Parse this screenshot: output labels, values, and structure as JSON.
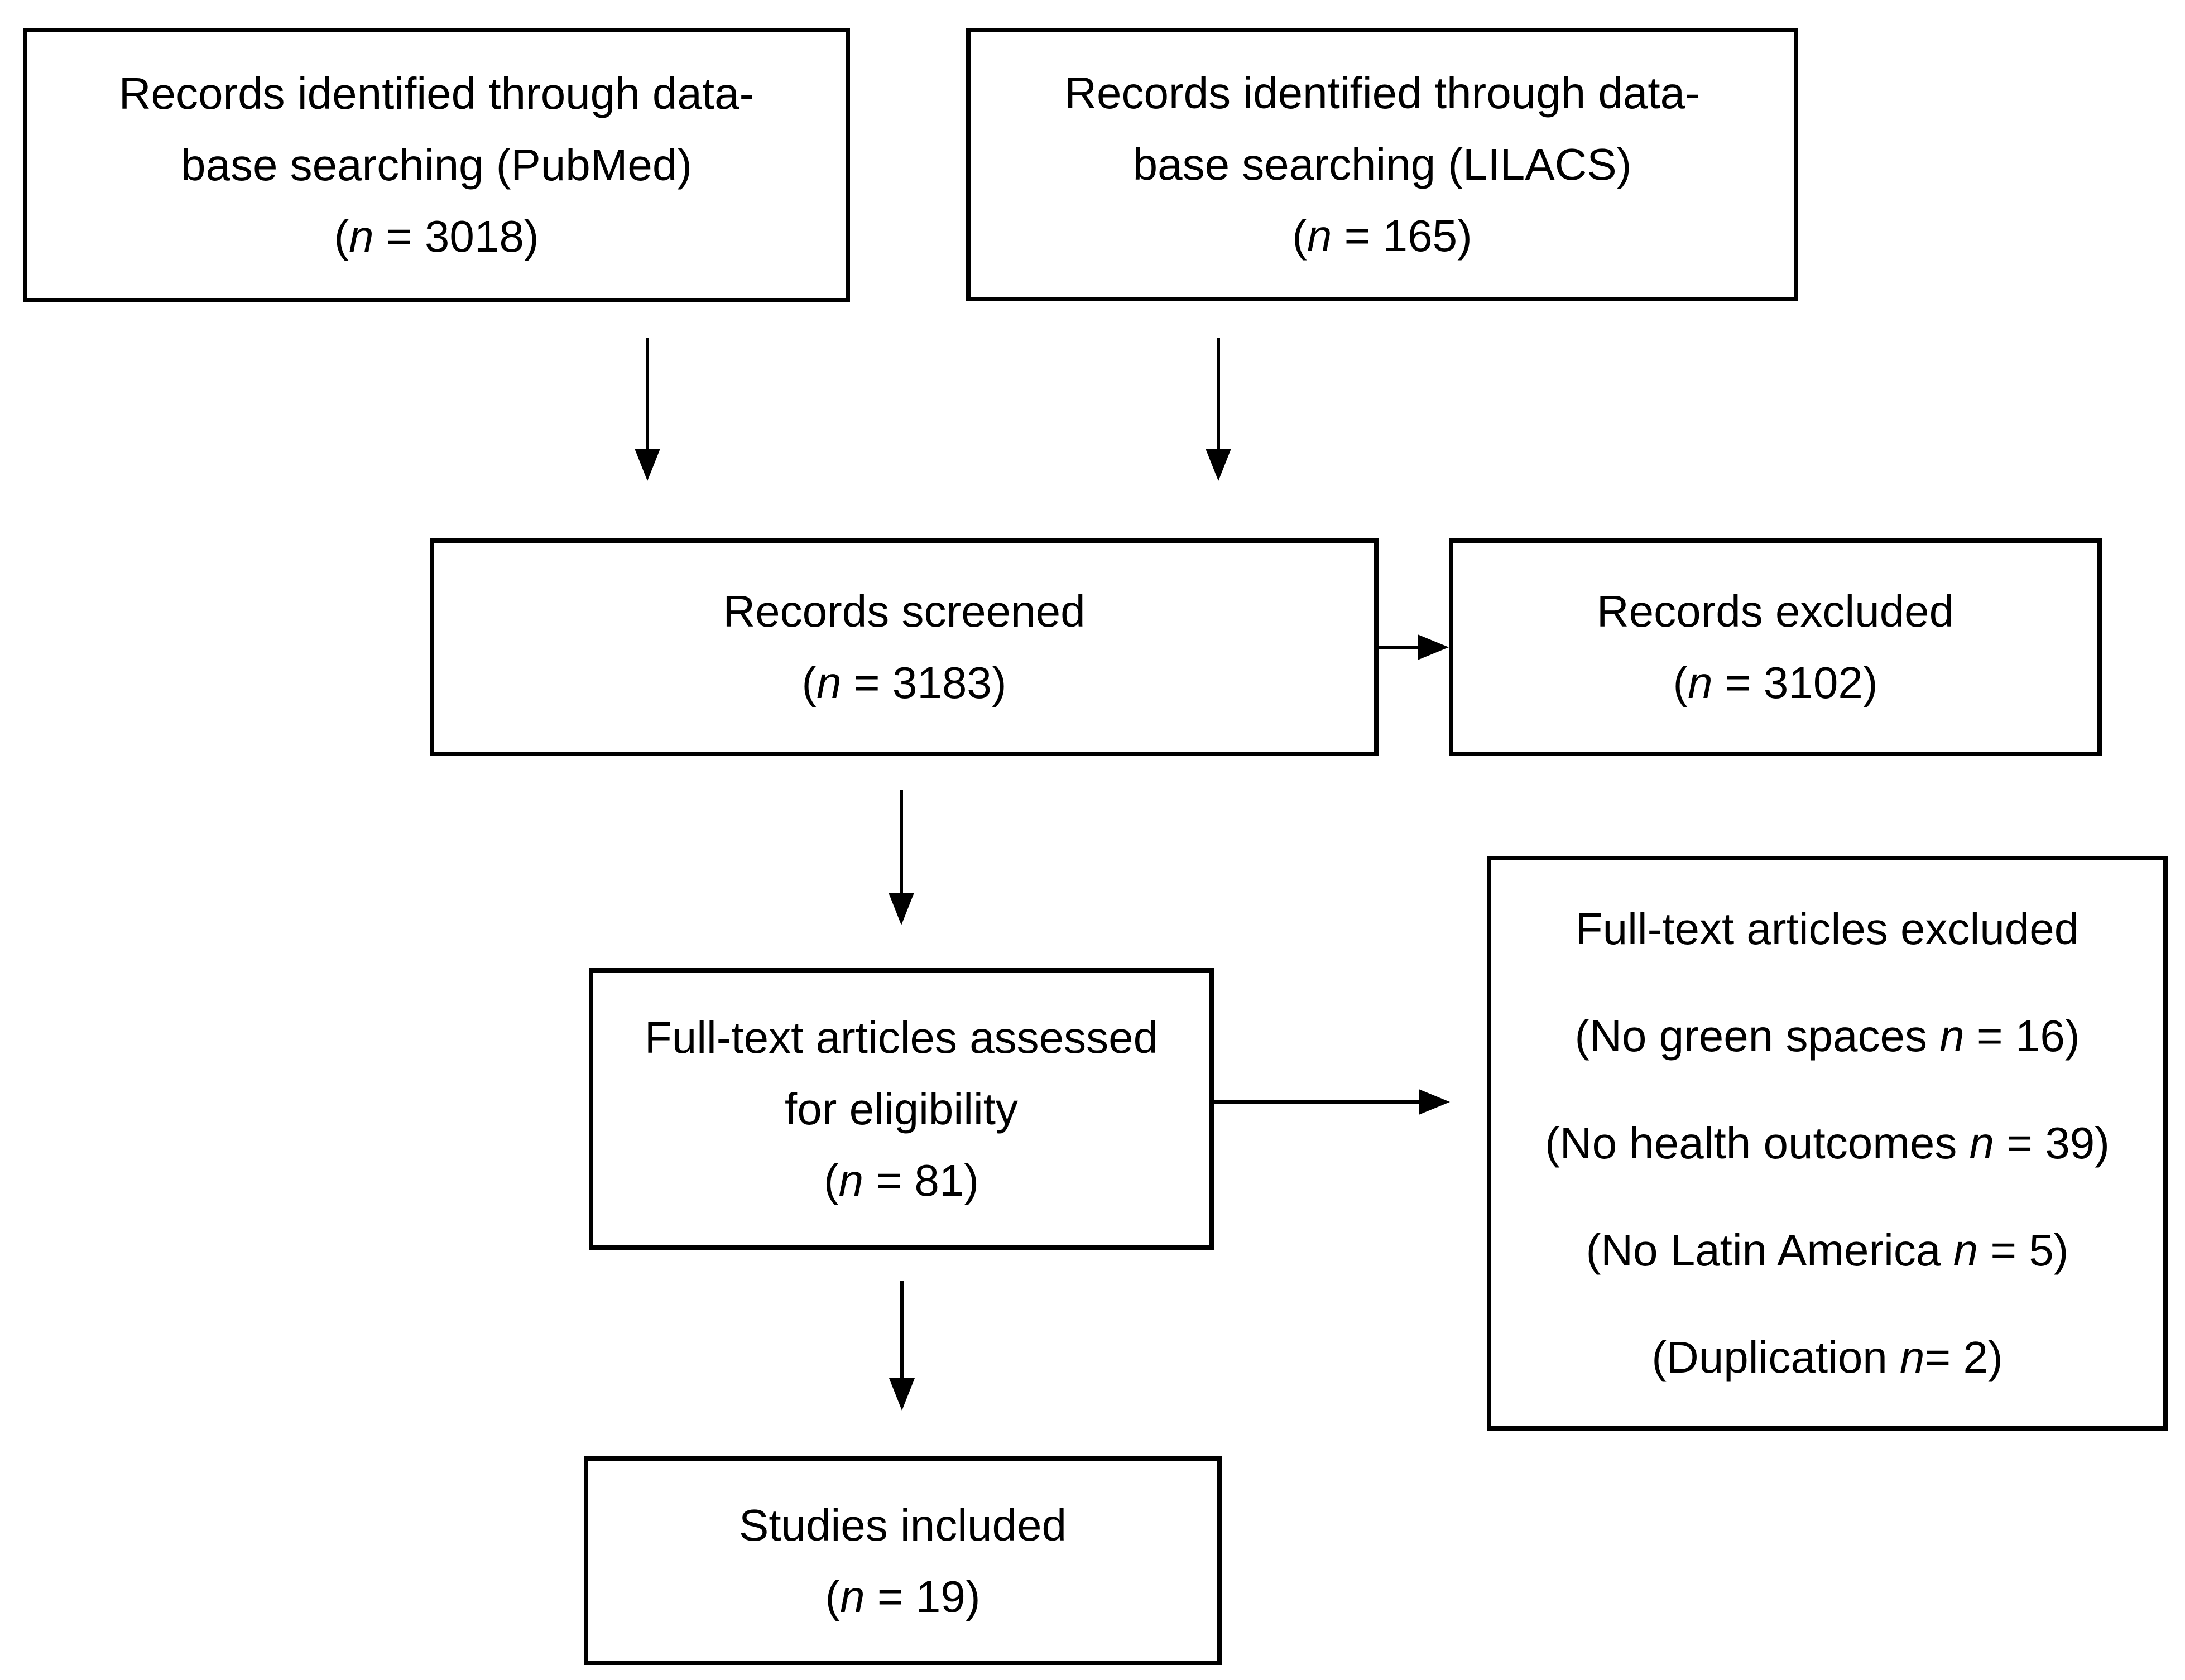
{
  "page": {
    "background": "#ffffff",
    "text_color": "#000000",
    "line_color": "#000000"
  },
  "boxes": {
    "pubmed": {
      "line1": "Records identified through data-",
      "line2": "base searching (PubMed)",
      "count": {
        "pre": "(",
        "var": "n",
        "post": " = 3018)"
      }
    },
    "lilacs": {
      "line1": "Records identified through data-",
      "line2": "base searching (LILACS)",
      "count": {
        "pre": "(",
        "var": "n",
        "post": " = 165)"
      }
    },
    "screened": {
      "line1": "Records screened",
      "count": {
        "pre": "(",
        "var": "n",
        "post": " = 3183)"
      }
    },
    "records_excluded": {
      "line1": "Records excluded",
      "count": {
        "pre": "(",
        "var": "n",
        "post": " = 3102)"
      }
    },
    "assessed": {
      "line1": "Full-text articles assessed",
      "line2": "for eligibility",
      "count": {
        "pre": "(",
        "var": "n",
        "post": " = 81)"
      }
    },
    "fulltext_excluded": {
      "title": "Full-text articles excluded",
      "reasons": [
        {
          "pre": "(No green spaces ",
          "var": "n",
          "post": " = 16)"
        },
        {
          "pre": "(No health outcomes ",
          "var": "n",
          "post": " = 39)"
        },
        {
          "pre": "(No Latin America ",
          "var": "n",
          "post": " = 5)"
        },
        {
          "pre": "(Duplication ",
          "var": "n",
          "post": "= 2)"
        }
      ]
    },
    "included": {
      "line1": "Studies included",
      "count": {
        "pre": "(",
        "var": "n",
        "post": " = 19)"
      }
    }
  }
}
